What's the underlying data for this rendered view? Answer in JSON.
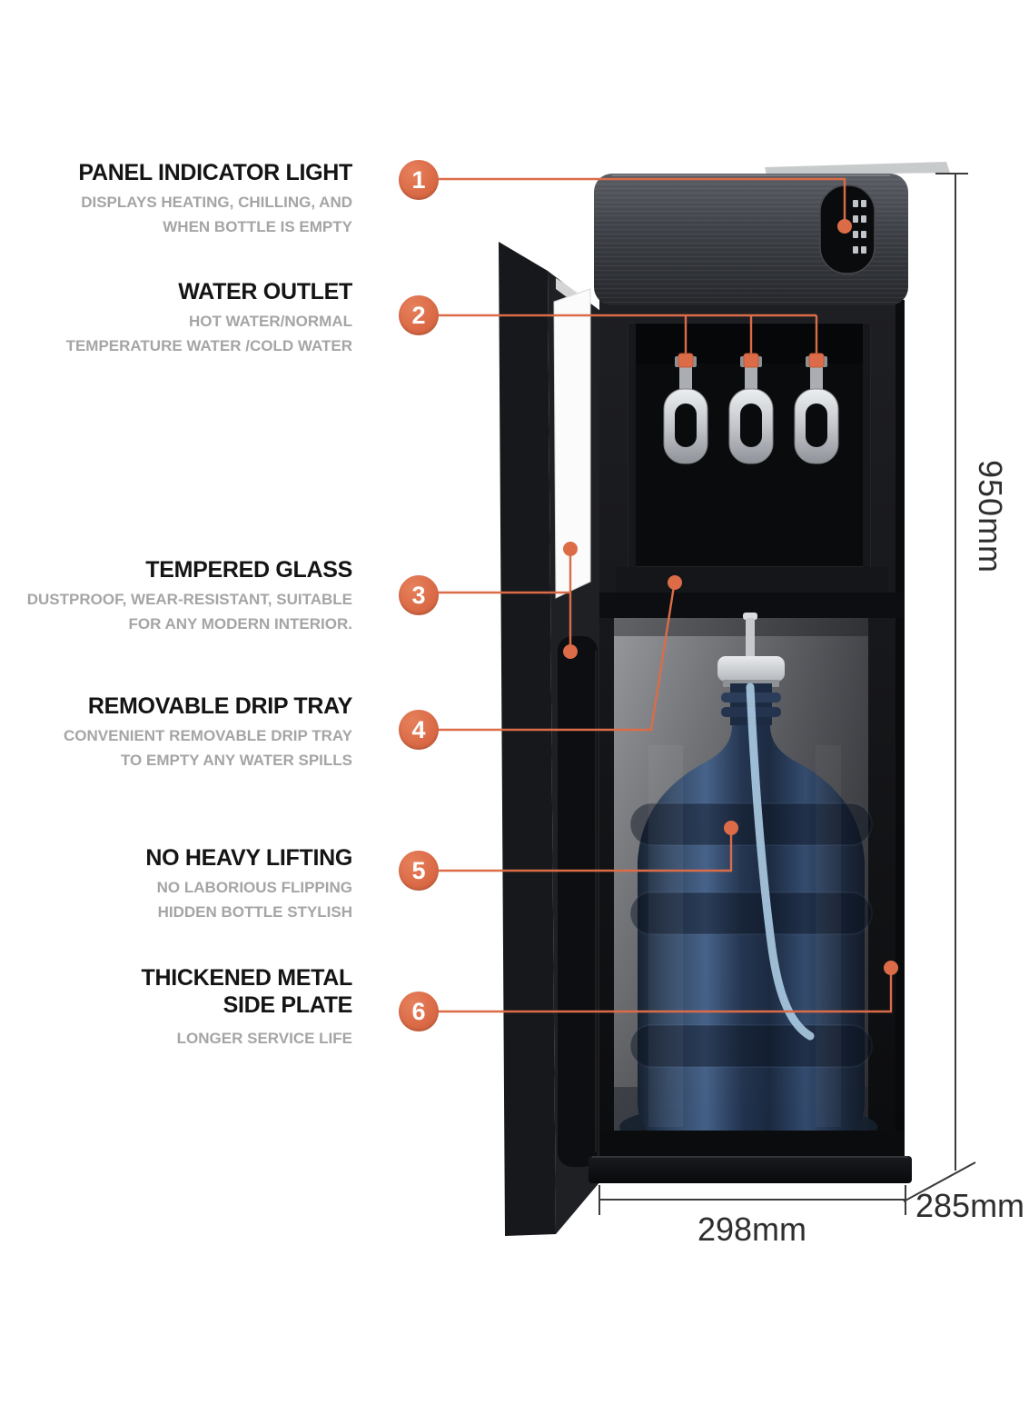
{
  "colors": {
    "accent": "#DC6C48",
    "dimension_line": "#3B3B3B",
    "title_text": "#141414",
    "desc_text": "#A5A5A5",
    "background": "#FFFFFF"
  },
  "features": [
    {
      "num": "1",
      "title_lines": [
        "PANEL INDICATOR LIGHT"
      ],
      "desc_lines": [
        "DISPLAYS HEATING, CHILLING, AND",
        "WHEN BOTTLE IS EMPTY"
      ]
    },
    {
      "num": "2",
      "title_lines": [
        "WATER OUTLET"
      ],
      "desc_lines": [
        "HOT WATER/NORMAL",
        "TEMPERATURE WATER /COLD WATER"
      ]
    },
    {
      "num": "3",
      "title_lines": [
        "TEMPERED GLASS"
      ],
      "desc_lines": [
        "DUSTPROOF, WEAR-RESISTANT, SUITABLE",
        "FOR ANY MODERN INTERIOR."
      ]
    },
    {
      "num": "4",
      "title_lines": [
        "REMOVABLE DRIP TRAY"
      ],
      "desc_lines": [
        "CONVENIENT REMOVABLE DRIP TRAY",
        "TO EMPTY ANY WATER SPILLS"
      ]
    },
    {
      "num": "5",
      "title_lines": [
        "NO HEAVY LIFTING"
      ],
      "desc_lines": [
        "NO LABORIOUS FLIPPING",
        "HIDDEN BOTTLE STYLISH"
      ]
    },
    {
      "num": "6",
      "title_lines": [
        "THICKENED METAL",
        "SIDE PLATE"
      ],
      "desc_lines": [
        "LONGER SERVICE LIFE"
      ]
    }
  ],
  "dimensions": {
    "height_label": "950mm",
    "width_label": "298mm",
    "depth_label": "285mm"
  },
  "product": {
    "tap_count": 3,
    "indicator_row_count": 4
  }
}
